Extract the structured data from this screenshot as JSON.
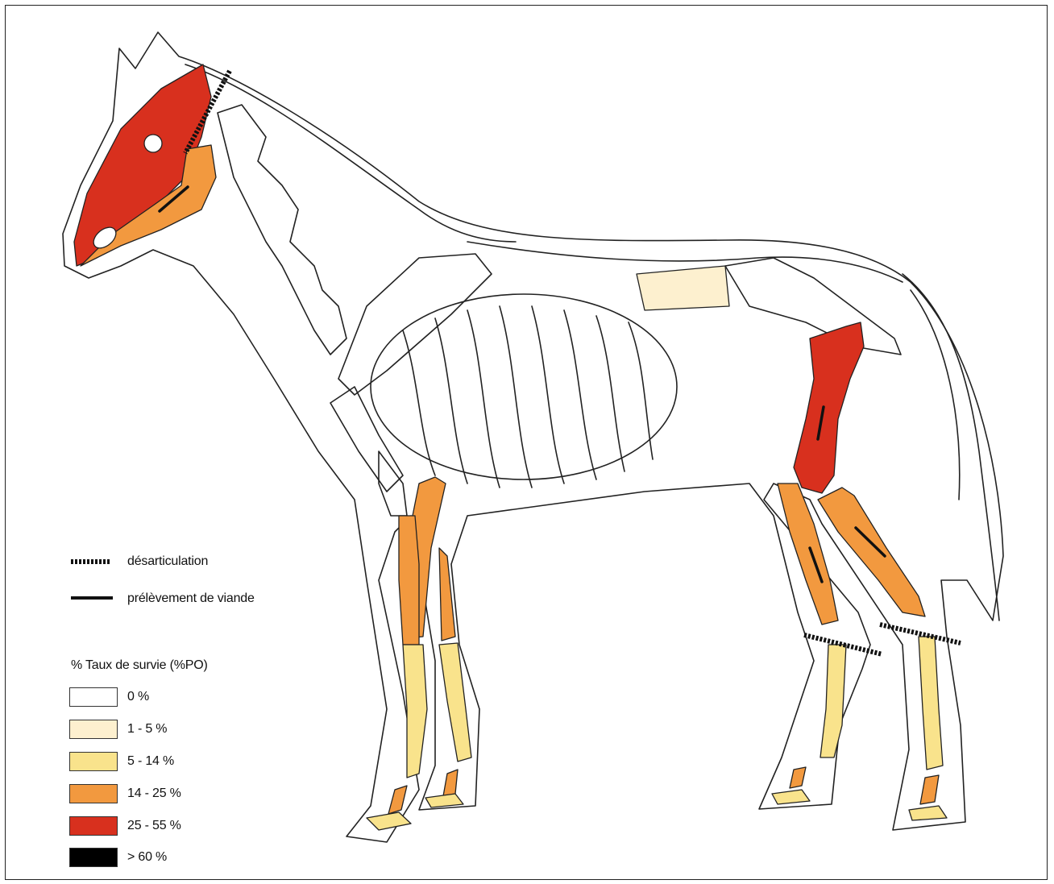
{
  "legend": {
    "symbols": [
      {
        "label": "désarticulation",
        "style": "dashed"
      },
      {
        "label": "prélèvement de viande",
        "style": "solid"
      }
    ],
    "scale_title": "% Taux de survie (%PO)",
    "classes": [
      {
        "label": "0 %",
        "color": "#ffffff"
      },
      {
        "label": "1 - 5 %",
        "color": "#fdf0cf"
      },
      {
        "label": "5 - 14 %",
        "color": "#f9e38c"
      },
      {
        "label": "14 - 25  %",
        "color": "#f2993f"
      },
      {
        "label": "25 - 55 %",
        "color": "#d8301e"
      },
      {
        "label": "> 60 %",
        "color": "#000000"
      }
    ]
  }
}
